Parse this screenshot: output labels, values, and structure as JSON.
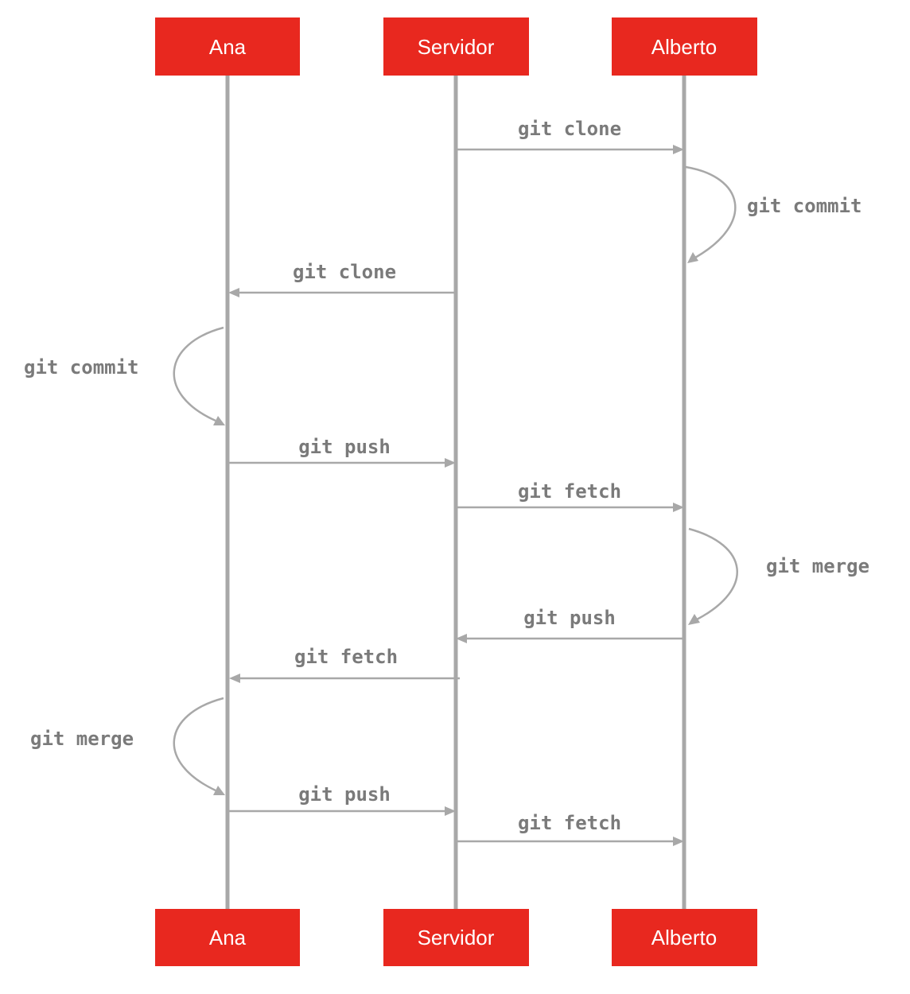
{
  "actors": [
    {
      "id": "ana",
      "name": "Ana"
    },
    {
      "id": "servidor",
      "name": "Servidor"
    },
    {
      "id": "alberto",
      "name": "Alberto"
    }
  ],
  "colors": {
    "actor_box": "#e8281f",
    "actor_text": "#ffffff",
    "line": "#a8a8a8",
    "label": "#7a7a7a"
  },
  "messages": [
    {
      "from": "servidor",
      "to": "alberto",
      "label": "git clone"
    },
    {
      "from": "alberto",
      "to": "alberto",
      "label": "git commit"
    },
    {
      "from": "servidor",
      "to": "ana",
      "label": "git clone"
    },
    {
      "from": "ana",
      "to": "ana",
      "label": "git commit"
    },
    {
      "from": "ana",
      "to": "servidor",
      "label": "git push"
    },
    {
      "from": "servidor",
      "to": "alberto",
      "label": "git fetch"
    },
    {
      "from": "alberto",
      "to": "alberto",
      "label": "git merge"
    },
    {
      "from": "alberto",
      "to": "servidor",
      "label": "git push"
    },
    {
      "from": "servidor",
      "to": "ana",
      "label": "git fetch"
    },
    {
      "from": "ana",
      "to": "ana",
      "label": "git merge"
    },
    {
      "from": "ana",
      "to": "servidor",
      "label": "git push"
    },
    {
      "from": "servidor",
      "to": "alberto",
      "label": "git fetch"
    }
  ]
}
